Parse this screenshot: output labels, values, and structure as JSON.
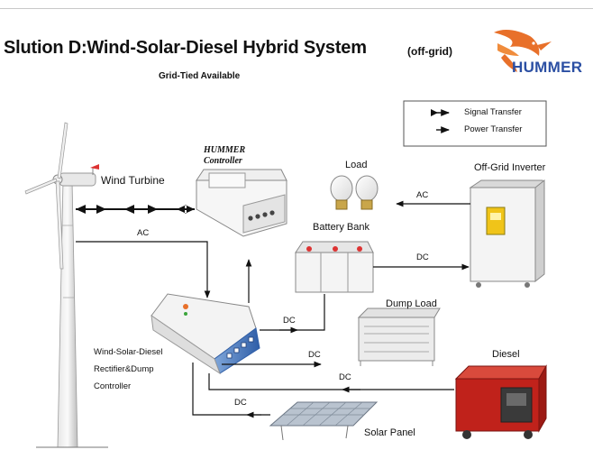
{
  "title": "Slution D:Wind-Solar-Diesel Hybrid System",
  "title_note": "(off-grid)",
  "subtitle": "Grid-Tied Available",
  "brand": {
    "name": "HUMMER",
    "color": "#2b4fa3",
    "bird_color": "#e8702a"
  },
  "legend": {
    "signal": "Signal Transfer",
    "power": "Power Transfer"
  },
  "components": {
    "wind_turbine": "Wind Turbine",
    "controller_line1": "HUMMER",
    "controller_line2": "Controller",
    "load": "Load",
    "inverter": "Off-Grid Inverter",
    "battery": "Battery Bank",
    "dump_load": "Dump Load",
    "diesel": "Diesel",
    "solar": "Solar Panel",
    "rectifier_line1": "Wind-Solar-Diesel",
    "rectifier_line2": "Rectifier&Dump",
    "rectifier_line3": "Controller"
  },
  "links": {
    "ac_turbine": "AC",
    "ac_load": "AC",
    "dc_inverter": "DC",
    "dc_battery": "DC",
    "dc_dump": "DC",
    "dc_diesel": "DC",
    "dc_solar": "DC"
  },
  "colors": {
    "diesel": "#c0221b",
    "inverter_panel": "#f0c419"
  }
}
